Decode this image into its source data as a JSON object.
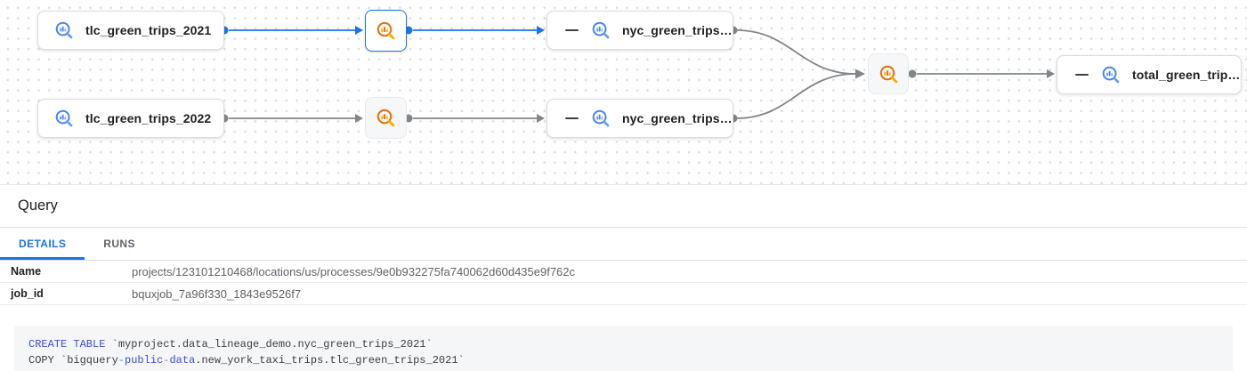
{
  "graph": {
    "nodes": [
      {
        "id": "tlc_green_trips_2021",
        "label": "tlc_green_trips_2021",
        "kind": "table",
        "highlighted": true
      },
      {
        "id": "process_2021",
        "kind": "process",
        "selected": true
      },
      {
        "id": "nyc_green_trips_2021",
        "label": "nyc_green_trips…",
        "kind": "table",
        "collapsible": true
      },
      {
        "id": "tlc_green_trips_2022",
        "label": "tlc_green_trips_2022",
        "kind": "table"
      },
      {
        "id": "process_2022",
        "kind": "process"
      },
      {
        "id": "nyc_green_trips_2022",
        "label": "nyc_green_trips…",
        "kind": "table",
        "collapsible": true
      },
      {
        "id": "process_union",
        "kind": "process"
      },
      {
        "id": "total_green_trips",
        "label": "total_green_trip…",
        "kind": "table",
        "collapsible": true
      }
    ],
    "edges": [
      {
        "from": "tlc_green_trips_2021",
        "to": "process_2021",
        "highlighted": true
      },
      {
        "from": "process_2021",
        "to": "nyc_green_trips_2021",
        "highlighted": true
      },
      {
        "from": "tlc_green_trips_2022",
        "to": "process_2022",
        "highlighted": false
      },
      {
        "from": "process_2022",
        "to": "nyc_green_trips_2022",
        "highlighted": false
      },
      {
        "from": "nyc_green_trips_2021",
        "to": "process_union",
        "highlighted": false
      },
      {
        "from": "nyc_green_trips_2022",
        "to": "process_union",
        "highlighted": false
      },
      {
        "from": "process_union",
        "to": "total_green_trips",
        "highlighted": false
      }
    ]
  },
  "panel": {
    "title": "Query",
    "tabs": [
      {
        "label": "DETAILS",
        "active": true
      },
      {
        "label": "RUNS",
        "active": false
      }
    ],
    "details": [
      {
        "key": "Name",
        "value": "projects/123101210468/locations/us/processes/9e0b932275fa740062d60d435e9f762c"
      },
      {
        "key": "job_id",
        "value": "bquxjob_7a96f330_1843e9526f7"
      }
    ],
    "code": {
      "l1": {
        "kw": "CREATE TABLE",
        "rest": " `myproject.data_lineage_demo.nyc_green_trips_2021`"
      },
      "l2": {
        "p1": "COPY `bigquery",
        "h1": "-",
        "k1": "public",
        "h2": "-",
        "k2": "data",
        "p2": ".new_york_taxi_trips.tlc_green_trips_2021`"
      }
    }
  },
  "colors": {
    "accent_blue": "#1a73e8",
    "edge_gray": "#80868b",
    "icon_blue": "#4285f4",
    "icon_blue_light": "#669df6",
    "icon_orange": "#e8710a",
    "icon_orange_light": "#f9ab00",
    "keyword_blue": "#3c50c8",
    "code_plain": "#3c4043",
    "code_bg": "#f5f6f7",
    "text_dark": "#202124",
    "text_gray": "#5f6368",
    "border_gray": "#e0e0e0"
  }
}
